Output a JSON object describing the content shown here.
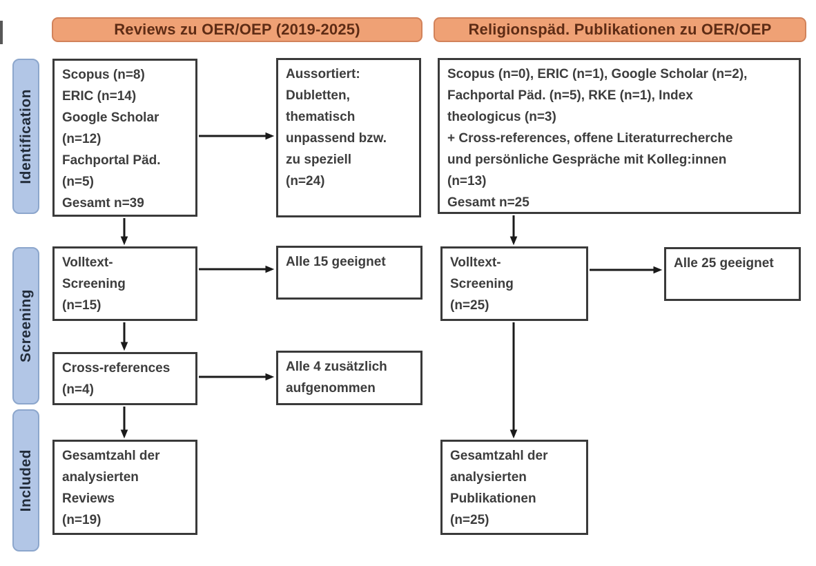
{
  "diagram": {
    "columns": [
      {
        "header": "Reviews zu OER/OEP (2019-2025)"
      },
      {
        "header": "Religionspäd. Publikationen zu OER/OEP"
      }
    ],
    "stages": [
      {
        "label": "Identification"
      },
      {
        "label": "Screening"
      },
      {
        "label": "Included"
      }
    ],
    "left": {
      "sources": "Scopus (n=8)\nERIC (n=14)\nGoogle Scholar\n(n=12)\nFachportal Päd.\n(n=5)\nGesamt n=39",
      "excluded": "Aussortiert:\nDubletten,\nthematisch\nunpassend bzw.\nzu speziell\n(n=24)",
      "fulltext_screening": "Volltext-\nScreening\n(n=15)",
      "fulltext_result": "Alle 15 geeignet",
      "cross_references": "Cross-references\n(n=4)",
      "cross_references_result": "Alle 4 zusätzlich\naufgenommen",
      "included_total": "Gesamtzahl der\nanalysierten\nReviews\n(n=19)"
    },
    "right": {
      "sources": "Scopus (n=0), ERIC (n=1), Google Scholar (n=2),\nFachportal Päd. (n=5), RKE (n=1), Index\ntheologicus (n=3)\n+ Cross-references, offene Literaturrecherche\nund persönliche Gespräche mit Kolleg:innen\n(n=13)\nGesamt n=25",
      "fulltext_screening": "Volltext-\nScreening\n(n=25)",
      "fulltext_result": "Alle 25 geeignet",
      "included_total": "Gesamtzahl der\nanalysierten\nPublikationen\n(n=25)"
    }
  },
  "colors": {
    "header_bg": "#efa175",
    "header_border": "#d2825a",
    "header_text": "#5e2c15",
    "stage_bg": "#b2c6e6",
    "stage_border": "#8ca6cc",
    "stage_text": "#222c3a",
    "box_border": "#3a3a3a",
    "box_text": "#3d3d3d",
    "arrow": "#1a1a1a",
    "background": "#ffffff"
  }
}
